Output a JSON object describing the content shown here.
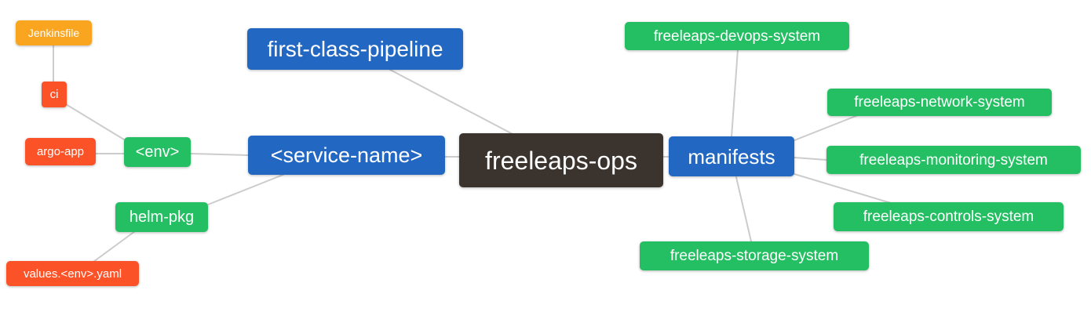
{
  "diagram": {
    "type": "mindmap",
    "root_label": "freeleaps-ops",
    "colors": {
      "blue": "#2268c2",
      "green": "#23bf62",
      "orange": "#f9a51f",
      "red": "#fb5227",
      "dark": "#3a332e",
      "edge": "#cccccc",
      "text": "#ffffff",
      "background": "#ffffff"
    },
    "nodes": [
      {
        "id": "jenkinsfile",
        "label": "Jenkinsfile",
        "color": "orange"
      },
      {
        "id": "ci",
        "label": "ci",
        "color": "red"
      },
      {
        "id": "argo-app",
        "label": "argo-app",
        "color": "red"
      },
      {
        "id": "env",
        "label": "<env>",
        "color": "green"
      },
      {
        "id": "service-name",
        "label": "<service-name>",
        "color": "blue"
      },
      {
        "id": "first-class-pipeline",
        "label": "first-class-pipeline",
        "color": "blue"
      },
      {
        "id": "freeleaps-ops",
        "label": "freeleaps-ops",
        "color": "dark"
      },
      {
        "id": "manifests",
        "label": "manifests",
        "color": "blue"
      },
      {
        "id": "helm-pkg",
        "label": "helm-pkg",
        "color": "green"
      },
      {
        "id": "values-env-yaml",
        "label": "values.<env>.yaml",
        "color": "red"
      },
      {
        "id": "freeleaps-devops-system",
        "label": "freeleaps-devops-system",
        "color": "green"
      },
      {
        "id": "freeleaps-network-system",
        "label": "freeleaps-network-system",
        "color": "green"
      },
      {
        "id": "freeleaps-monitoring-system",
        "label": "freeleaps-monitoring-system",
        "color": "green"
      },
      {
        "id": "freeleaps-controls-system",
        "label": "freeleaps-controls-system",
        "color": "green"
      },
      {
        "id": "freeleaps-storage-system",
        "label": "freeleaps-storage-system",
        "color": "green"
      }
    ],
    "edges": [
      {
        "from": "jenkinsfile",
        "to": "ci"
      },
      {
        "from": "ci",
        "to": "env"
      },
      {
        "from": "argo-app",
        "to": "env"
      },
      {
        "from": "env",
        "to": "service-name"
      },
      {
        "from": "service-name",
        "to": "freeleaps-ops"
      },
      {
        "from": "first-class-pipeline",
        "to": "freeleaps-ops"
      },
      {
        "from": "service-name",
        "to": "helm-pkg"
      },
      {
        "from": "helm-pkg",
        "to": "values-env-yaml"
      },
      {
        "from": "freeleaps-ops",
        "to": "manifests"
      },
      {
        "from": "manifests",
        "to": "freeleaps-devops-system"
      },
      {
        "from": "manifests",
        "to": "freeleaps-network-system"
      },
      {
        "from": "manifests",
        "to": "freeleaps-monitoring-system"
      },
      {
        "from": "manifests",
        "to": "freeleaps-controls-system"
      },
      {
        "from": "manifests",
        "to": "freeleaps-storage-system"
      }
    ]
  }
}
